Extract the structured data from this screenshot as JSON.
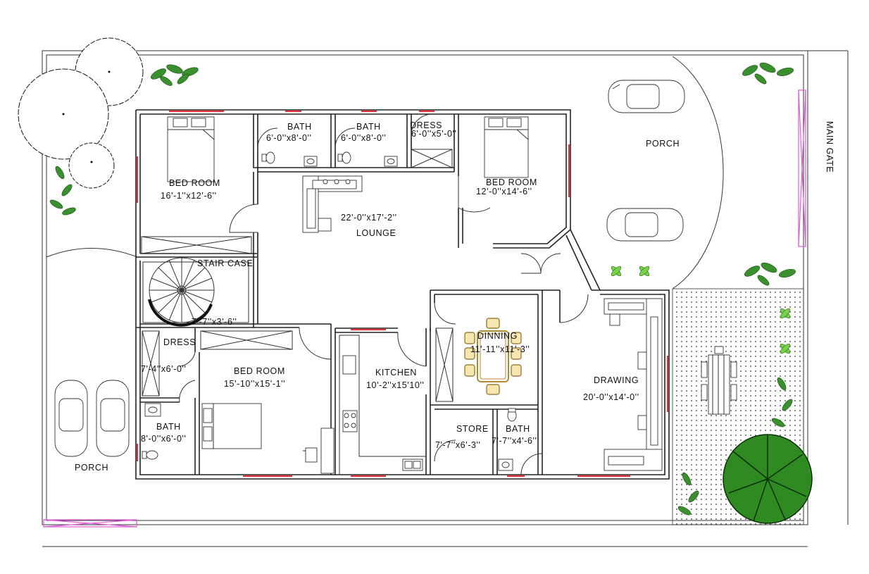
{
  "rooms": {
    "bed1": {
      "name": "BED ROOM",
      "size": "16'-1''x12'-6''"
    },
    "bath1": {
      "name": "BATH",
      "size": "6'-0''x8'-0''"
    },
    "bath2": {
      "name": "BATH",
      "size": "6'-0''x8'-0''"
    },
    "dress1": {
      "name": "DRESS",
      "size": "6'-0''x5'-0''"
    },
    "bed2": {
      "name": "BED ROOM",
      "size": "12'-0''x14'-6''"
    },
    "lounge": {
      "name": "LOUNGE",
      "size": "22'-0''x17'-2''"
    },
    "stair": {
      "name": "STAIR CASE",
      "size": "7'-7''x3'-6''"
    },
    "dress2": {
      "name": "DRESS",
      "size": "7'-4''x6'-0''"
    },
    "bed3": {
      "name": "BED ROOM",
      "size": "15'-10''x15'-1''"
    },
    "kitchen": {
      "name": "KITCHEN",
      "size": "10'-2''x15'10''"
    },
    "dinning": {
      "name": "DINNING",
      "size": "11'-11''x11'-3''"
    },
    "drawing": {
      "name": "DRAWING",
      "size": "20'-0''x14'-0''"
    },
    "bath3": {
      "name": "BATH",
      "size": "8'-0''x6'-0''"
    },
    "store": {
      "name": "STORE",
      "size": "7'-7''x6'-3''"
    },
    "bath4": {
      "name": "BATH",
      "size": "7'-7''x4'-6''"
    }
  },
  "outdoor": {
    "porch_top": "PORCH",
    "porch_left": "PORCH",
    "main_gate": "MAIN GATE"
  },
  "colors": {
    "wall": "#222222",
    "window": "#e8323c",
    "gate": "#e05bd6",
    "plant_dark": "#3a8f2e",
    "plant_light": "#79d04a",
    "tree_green": "#2f8a22"
  }
}
